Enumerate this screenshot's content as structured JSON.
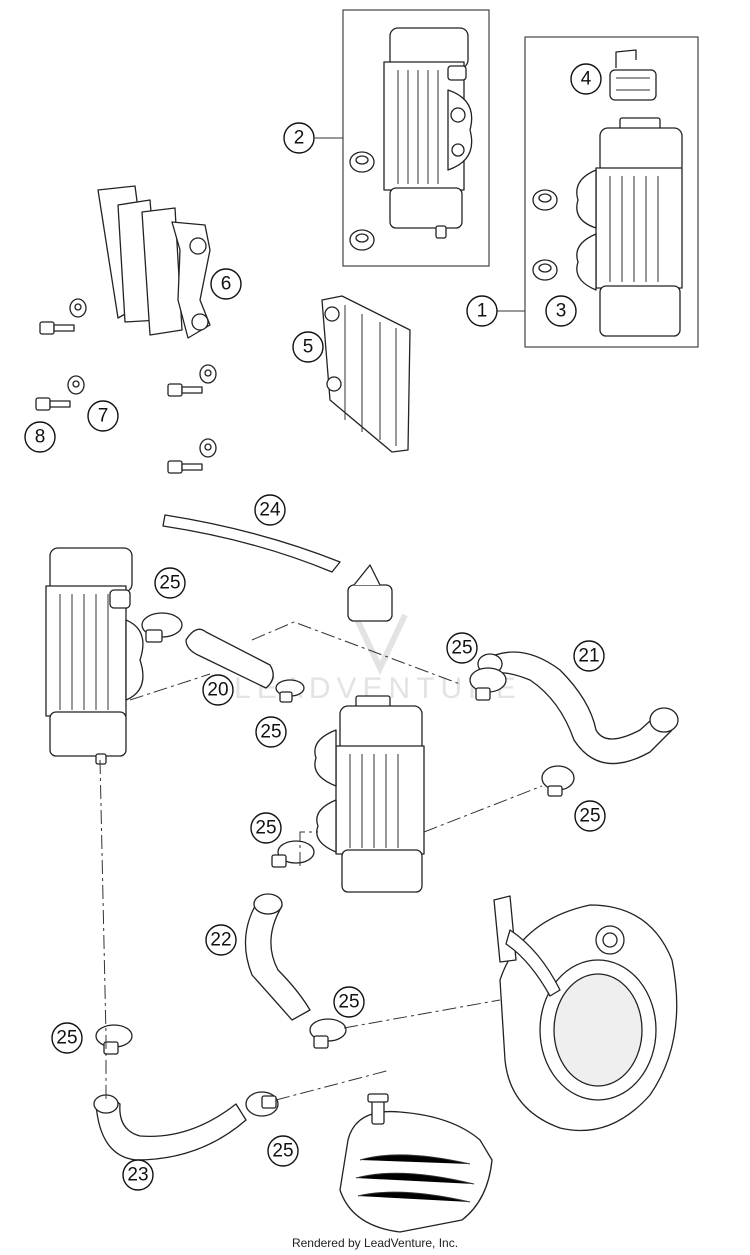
{
  "callouts": {
    "c1": "1",
    "c2": "2",
    "c3": "3",
    "c4": "4",
    "c5": "5",
    "c6": "6",
    "c7": "7",
    "c8": "8",
    "c20": "20",
    "c21": "21",
    "c22": "22",
    "c23": "23",
    "c24": "24",
    "c25a": "25",
    "c25b": "25",
    "c25c": "25",
    "c25d": "25",
    "c25e": "25",
    "c25f": "25",
    "c25g": "25",
    "c25h": "25"
  },
  "watermark": "LEADVENTURE",
  "footer": "Rendered by LeadVenture, Inc."
}
